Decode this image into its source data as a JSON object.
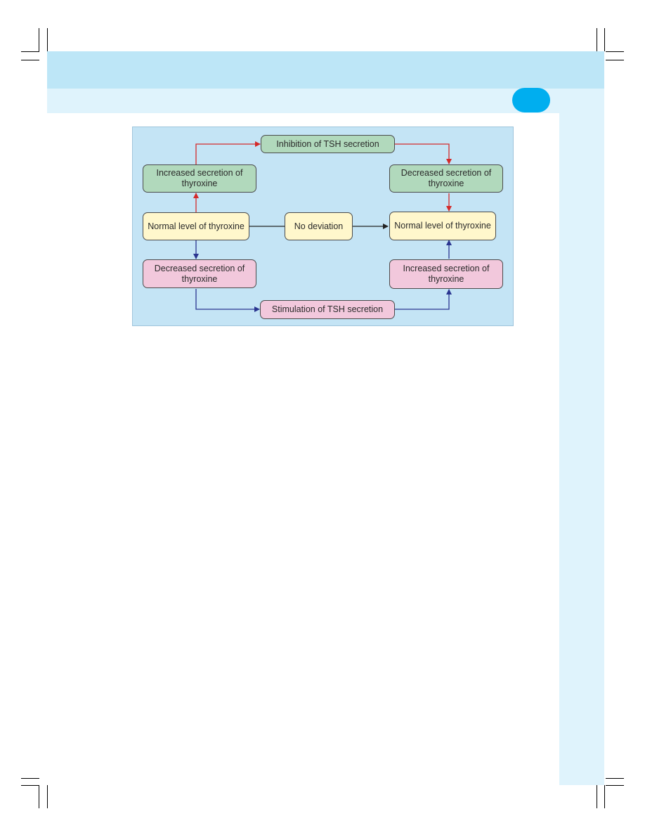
{
  "diagram": {
    "nodes": {
      "inhibition": "Inhibition of TSH secretion",
      "increased_left": "Increased secretion of thyroxine",
      "decreased_right": "Decreased secretion of thyroxine",
      "normal_left": "Normal level of thyroxine",
      "no_deviation": "No deviation",
      "normal_right": "Normal level of thyroxine",
      "decreased_left": "Decreased secretion of  thyroxine",
      "increased_right": "Increased secretion of thyroxine",
      "stimulation": "Stimulation of TSH secretion"
    },
    "edges": [
      {
        "from": "normal_left",
        "to": "increased_left",
        "color": "#d42a2a"
      },
      {
        "from": "increased_left",
        "to": "inhibition",
        "color": "#d42a2a"
      },
      {
        "from": "inhibition",
        "to": "decreased_right",
        "color": "#d42a2a"
      },
      {
        "from": "decreased_right",
        "to": "normal_right",
        "color": "#d42a2a"
      },
      {
        "from": "normal_left",
        "to": "no_deviation",
        "color": "#222222"
      },
      {
        "from": "no_deviation",
        "to": "normal_right",
        "color": "#222222"
      },
      {
        "from": "normal_left",
        "to": "decreased_left",
        "color": "#2a3590"
      },
      {
        "from": "decreased_left",
        "to": "stimulation",
        "color": "#2a3590"
      },
      {
        "from": "stimulation",
        "to": "increased_right",
        "color": "#2a3590"
      },
      {
        "from": "increased_right",
        "to": "normal_right",
        "color": "#2a3590"
      }
    ]
  },
  "colors": {
    "header_band": "#bde6f7",
    "sub_band": "#dff3fc",
    "page_badge": "#00aeef",
    "panel": "#c4e4f5",
    "green_node": "#b1d9bc",
    "yellow_node": "#fff7cc",
    "pink_node": "#f2c8dc"
  }
}
